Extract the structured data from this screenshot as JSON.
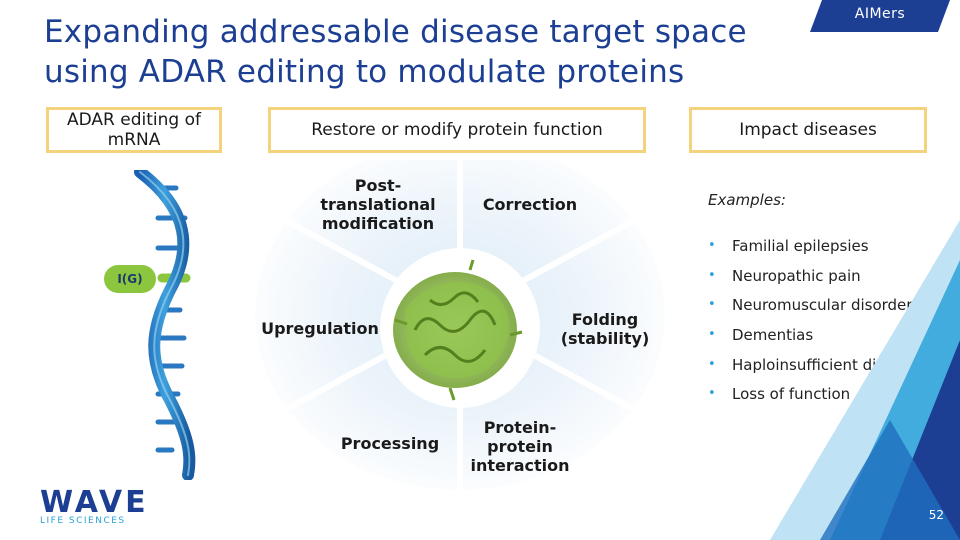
{
  "title": "Expanding addressable disease target space using ADAR editing to modulate proteins",
  "tag": "AIMers",
  "boxes": {
    "adar": "ADAR editing of mRNA",
    "restore": "Restore or modify protein function",
    "impact": "Impact diseases"
  },
  "rna_label": "I(G)",
  "segments": {
    "ptm": "Post-translational modification",
    "correction": "Correction",
    "folding": "Folding (stability)",
    "ppi": "Protein-protein interaction",
    "processing": "Processing",
    "upregulation": "Upregulation"
  },
  "examples": {
    "title": "Examples:",
    "items": [
      "Familial epilepsies",
      "Neuropathic pain",
      "Neuromuscular disorders",
      "Dementias",
      "Haploinsufficient diseases",
      "Loss of function"
    ]
  },
  "logo": {
    "main": "WAVE",
    "sub": "LIFE SCIENCES"
  },
  "page_number": "52"
}
